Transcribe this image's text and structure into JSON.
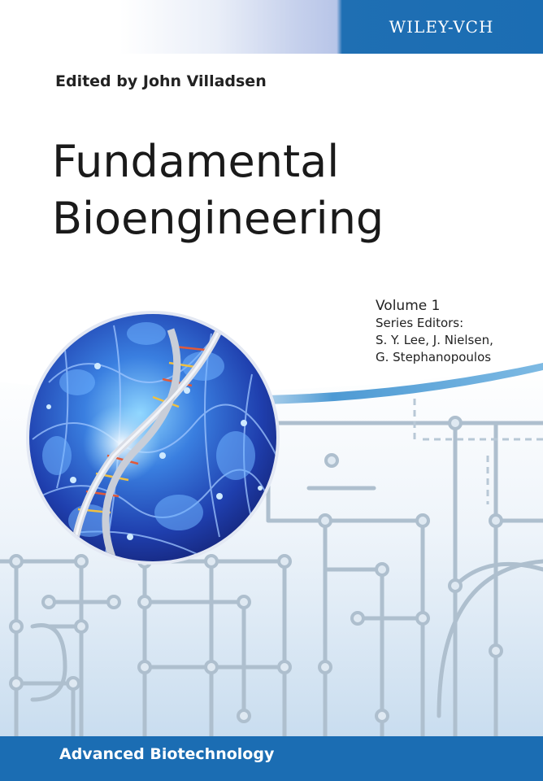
{
  "cover": {
    "publisher": "WILEY-VCH",
    "edited_by": "Edited by John Villadsen",
    "title_lines": [
      "Fundamental",
      "Bioengineering"
    ],
    "volume": "Volume 1",
    "series_editors_label": "Series Editors:",
    "series_editors": [
      "S. Y. Lee, J. Nielsen,",
      "G. Stephanopoulos"
    ],
    "series_name": "Advanced Biotechnology",
    "colors": {
      "brand_blue": "#1b6db3",
      "text": "#1a1a1a",
      "sphere_blue": "#1e3fb0"
    },
    "icons": [
      "dna-sphere-illustration",
      "circuit-pattern"
    ]
  }
}
